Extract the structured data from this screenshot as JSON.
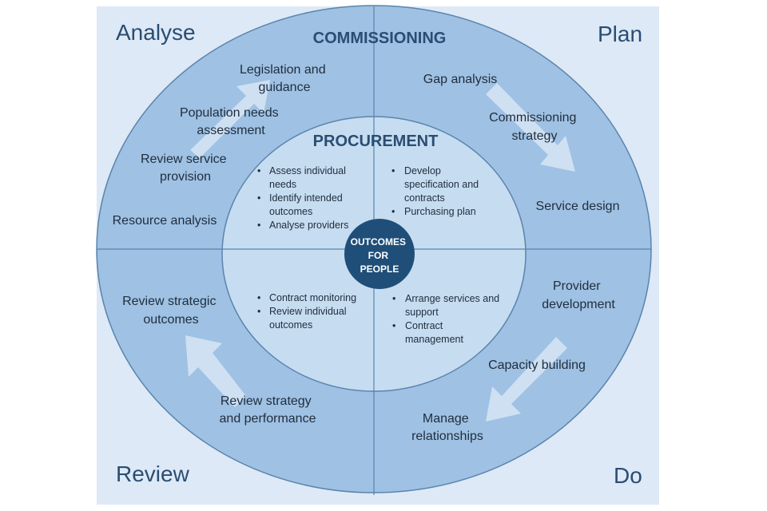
{
  "corners": {
    "top_left": "Analyse",
    "top_right": "Plan",
    "bottom_left": "Review",
    "bottom_right": "Do"
  },
  "outer_ring": {
    "title": "COMMISSIONING",
    "analyse": [
      [
        "Legislation and",
        "guidance"
      ],
      [
        "Population needs",
        "assessment"
      ],
      [
        "Review service",
        "provision"
      ],
      [
        "Resource analysis"
      ]
    ],
    "plan": [
      [
        "Gap analysis"
      ],
      [
        "Commissioning",
        "strategy"
      ],
      [
        "Service design"
      ]
    ],
    "do": [
      [
        "Provider",
        "development"
      ],
      [
        "Capacity building"
      ],
      [
        "Manage",
        "relationships"
      ]
    ],
    "review": [
      [
        "Review strategic",
        "outcomes"
      ],
      [
        "Review strategy",
        "and performance"
      ]
    ]
  },
  "inner_ring": {
    "title": "PROCUREMENT",
    "analyse": [
      [
        "Assess individual",
        "needs"
      ],
      [
        "Identify intended",
        "outcomes"
      ],
      [
        "Analyse providers"
      ]
    ],
    "plan": [
      [
        "Develop",
        "specification and",
        "contracts"
      ],
      [
        "Purchasing plan"
      ]
    ],
    "do": [
      [
        "Arrange services and",
        "support"
      ],
      [
        "Contract",
        "management"
      ]
    ],
    "review": [
      [
        "Contract monitoring"
      ],
      [
        "Review individual",
        "outcomes"
      ]
    ]
  },
  "hub": [
    "OUTCOMES",
    "FOR",
    "PEOPLE"
  ],
  "colors": {
    "background_panel": "#dde9f6",
    "outer_ring": "#9fc1e3",
    "inner_circle": "#c6dcf0",
    "hub": "#1f4e79",
    "arrow": "#d6e5f4",
    "divider": "#5b84ad"
  }
}
